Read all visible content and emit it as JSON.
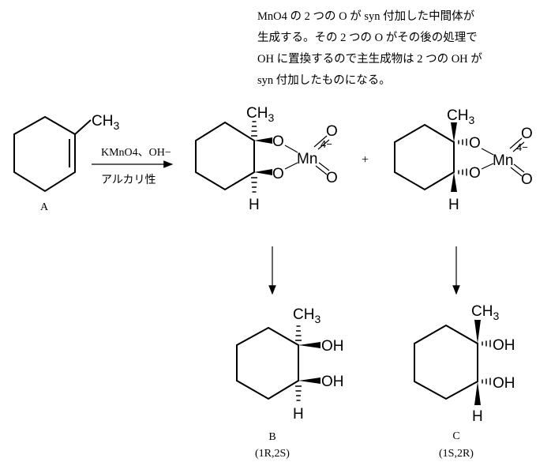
{
  "note": {
    "lines": [
      "MnO4 の 2 つの O が syn 付加した中間体が",
      "生成する。その 2 つの O がその後の処理で",
      "OH に置換するので主生成物は 2 つの OH が",
      "syn 付加したものになる。"
    ]
  },
  "reaction": {
    "reagent": "KMnO4、OH−",
    "condition": "アルカリ性",
    "plus": "+"
  },
  "molecules": {
    "A": {
      "label": "A",
      "methyl": "CH",
      "sub": "3"
    },
    "I1": {
      "methyl": "CH",
      "sub": "3",
      "o": "O",
      "mn": "Mn",
      "charge": "4−",
      "h": "H"
    },
    "I2": {
      "methyl": "CH",
      "sub": "3",
      "o": "O",
      "mn": "Mn",
      "charge": "4−",
      "h": "H"
    },
    "B": {
      "label": "B",
      "config": "(1R,2S)",
      "methyl": "CH",
      "sub": "3",
      "oh": "OH",
      "h": "H"
    },
    "C": {
      "label": "C",
      "config": "(1S,2R)",
      "methyl": "CH",
      "sub": "3",
      "oh": "OH",
      "h": "H"
    }
  }
}
